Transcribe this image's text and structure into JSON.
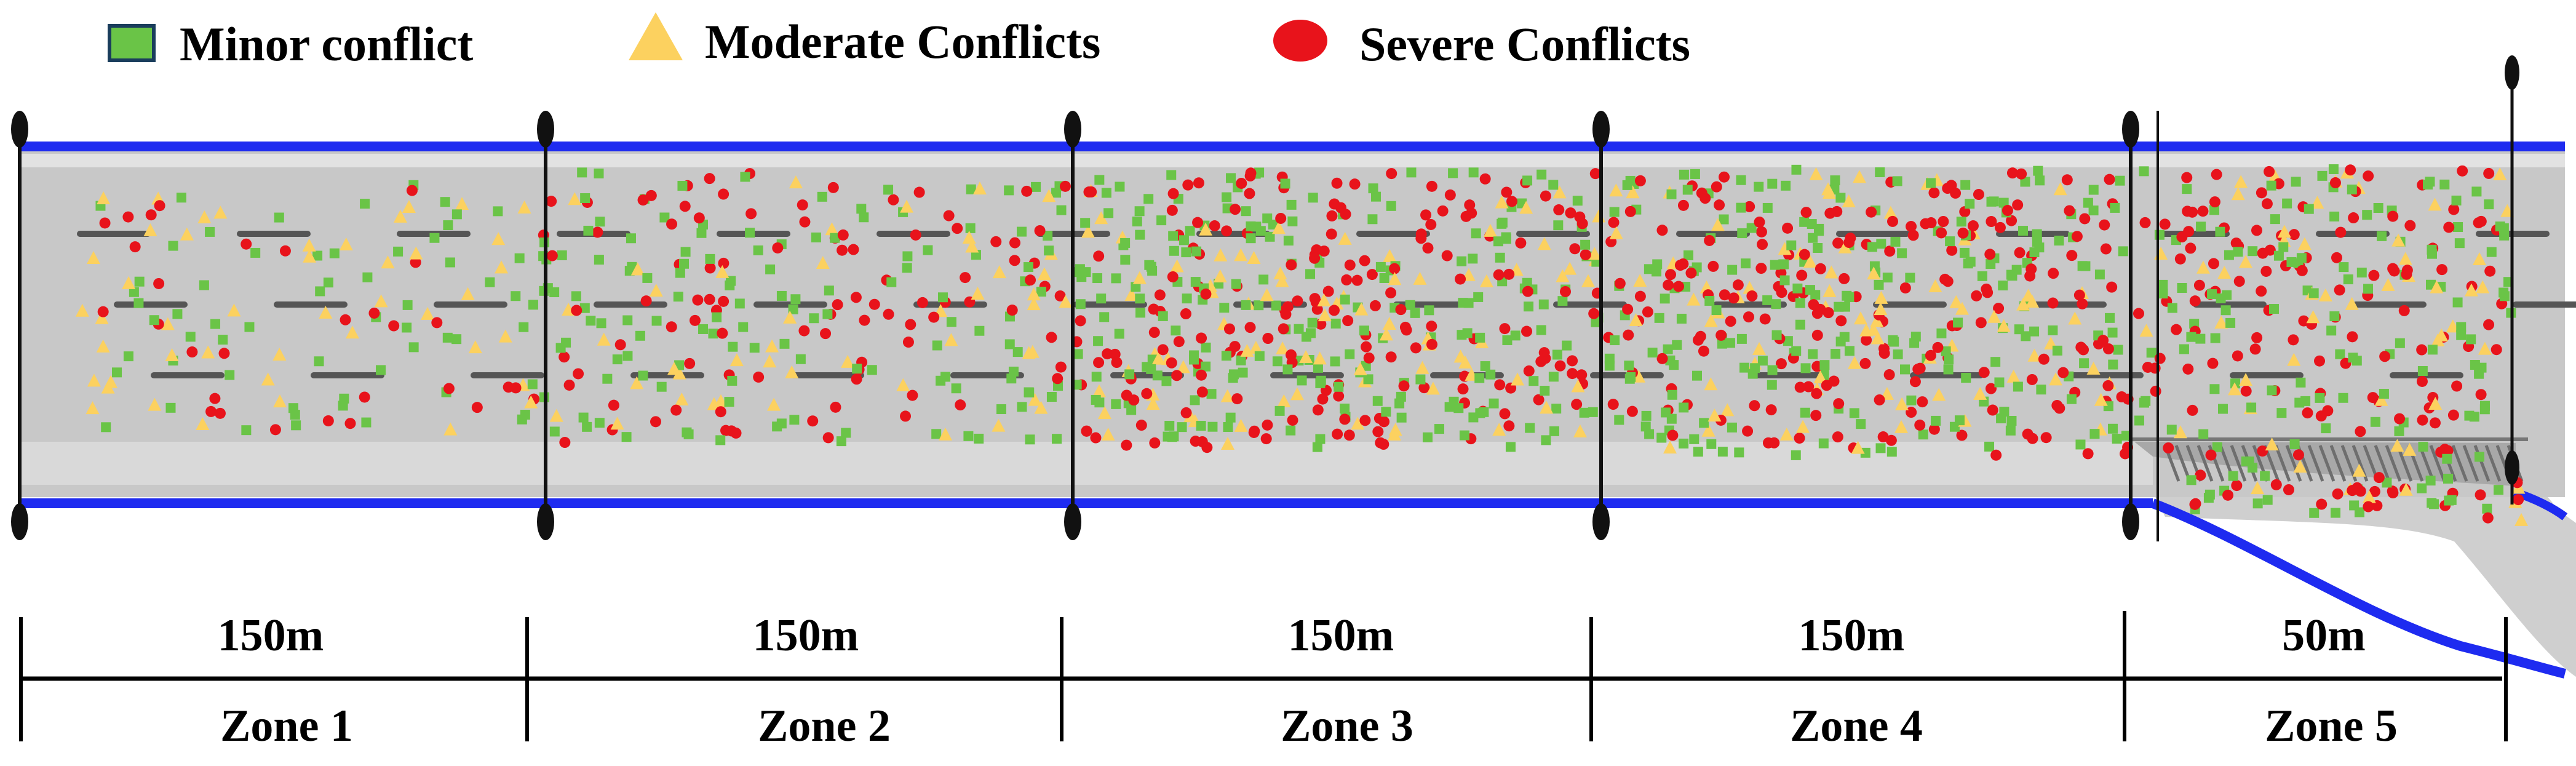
{
  "legend": {
    "minor_label": "Minor conflict",
    "moderate_label": "Moderate Conflicts",
    "severe_label": "Severe Conflicts",
    "minor_marker": "green-square",
    "moderate_marker": "yellow-triangle",
    "severe_marker": "red-circle"
  },
  "colors": {
    "minor": "#6ac447",
    "moderate": "#fcd15f",
    "severe": "#e8131b",
    "road_edge": "#1e2bf0",
    "road_surface": "#c8c8c8",
    "lane_marking": "#555555",
    "detector": "#111111"
  },
  "zones": [
    {
      "name": "Zone 1",
      "length": "150m",
      "minor": 60,
      "moderate": 45,
      "severe": 30
    },
    {
      "name": "Zone 2",
      "length": "150m",
      "minor": 130,
      "moderate": 45,
      "severe": 95
    },
    {
      "name": "Zone 3",
      "length": "150m",
      "minor": 230,
      "moderate": 85,
      "severe": 190
    },
    {
      "name": "Zone 4",
      "length": "150m",
      "minor": 230,
      "moderate": 80,
      "severe": 200
    },
    {
      "name": "Zone 5",
      "length": "50m",
      "minor": 120,
      "moderate": 45,
      "severe": 120
    }
  ]
}
